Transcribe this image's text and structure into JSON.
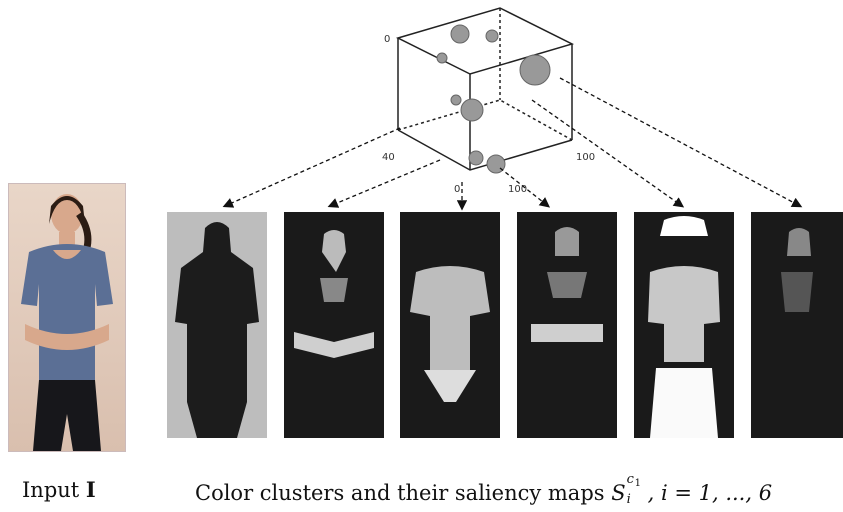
{
  "captions": {
    "input_prefix": "Input ",
    "input_symbol": "I",
    "clusters_text": "Color clusters and their saliency maps ",
    "S": "S",
    "sup_c": "c",
    "sup_1": "1",
    "sub_i": "i",
    "rest": ", i = 1, ..., 6"
  },
  "cube": {
    "tick_labels": [
      "0",
      "40",
      "0",
      "100",
      "100"
    ]
  },
  "maps": [
    {
      "id": 1,
      "style": "light-background"
    },
    {
      "id": 2,
      "style": "dark"
    },
    {
      "id": 3,
      "style": "dark"
    },
    {
      "id": 4,
      "style": "dark"
    },
    {
      "id": 5,
      "style": "dark-bright-top"
    },
    {
      "id": 6,
      "style": "dark"
    }
  ]
}
